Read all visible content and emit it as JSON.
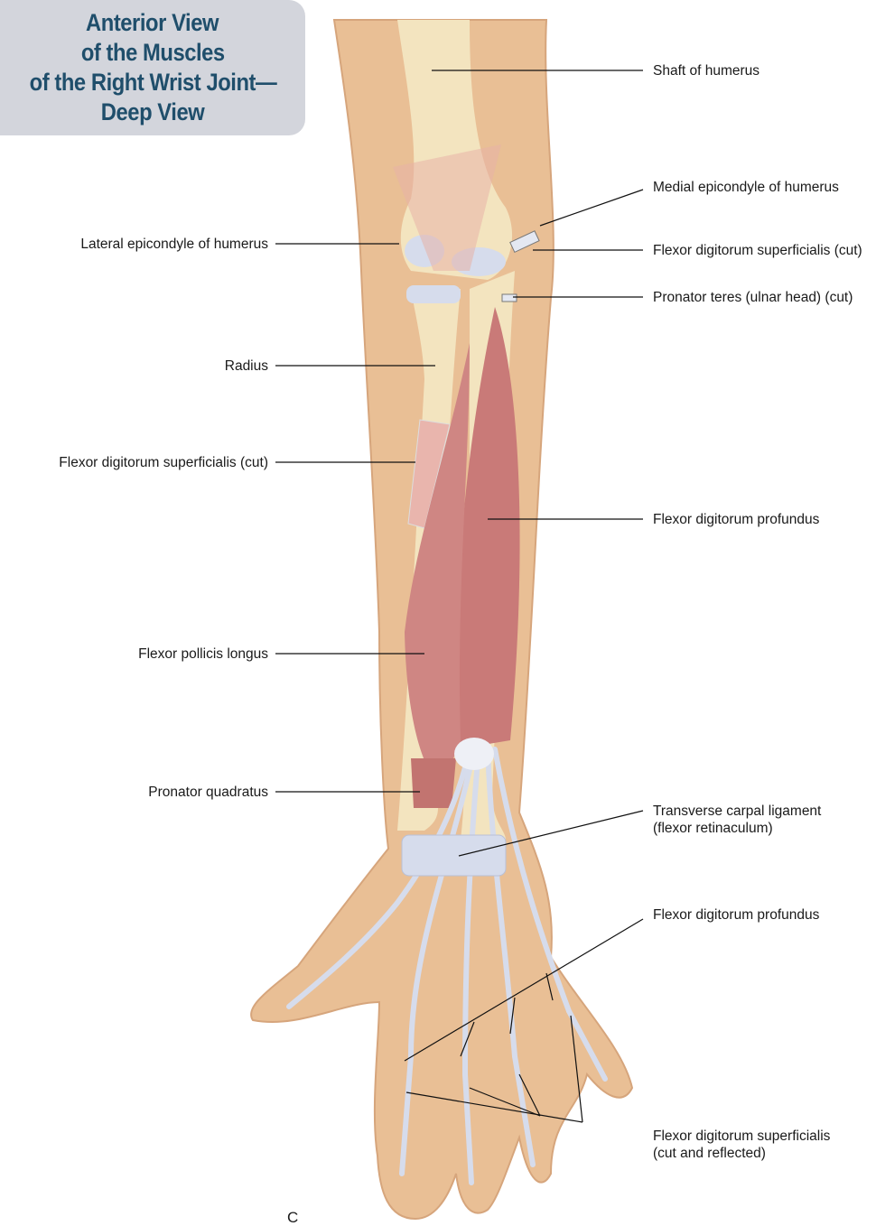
{
  "title": {
    "lines": [
      "Anterior View",
      "of the Muscles",
      "of the Right Wrist Joint—",
      "Deep View"
    ]
  },
  "labels_right": [
    {
      "text": "Shaft of humerus"
    },
    {
      "text": "Medial epicondyle of humerus"
    },
    {
      "text": "Flexor digitorum superficialis (cut)"
    },
    {
      "text": "Pronator teres (ulnar head) (cut)"
    },
    {
      "text": "Flexor digitorum profundus"
    },
    {
      "text": "Transverse carpal ligament",
      "text2": "(flexor retinaculum)"
    },
    {
      "text": "Flexor digitorum profundus"
    },
    {
      "text": "Flexor digitorum superficialis",
      "text2": "(cut and reflected)"
    }
  ],
  "labels_left": [
    {
      "text": "Lateral epicondyle of humerus"
    },
    {
      "text": "Radius"
    },
    {
      "text": "Flexor digitorum superficialis (cut)"
    },
    {
      "text": "Flexor pollicis longus"
    },
    {
      "text": "Pronator quadratus"
    }
  ],
  "panel_letter": "C",
  "colors": {
    "title": "#1f4e6b",
    "title_bg": "#d3d5dc",
    "skin": "#e9bf95",
    "bone": "#f3e4bf",
    "muscle": "#c97a78",
    "tendon": "#d6dcec"
  }
}
